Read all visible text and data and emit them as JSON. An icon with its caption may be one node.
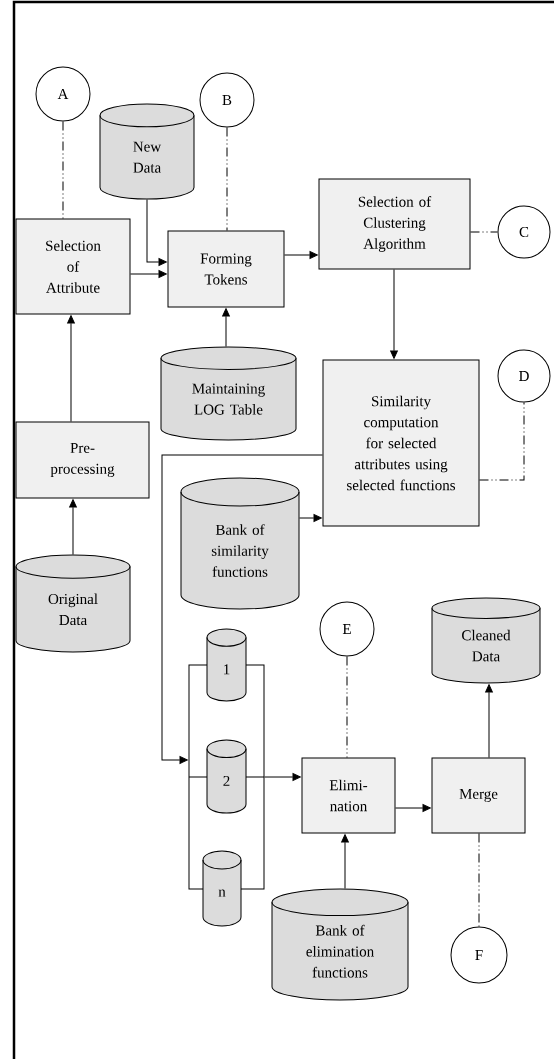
{
  "diagram": {
    "nodes": [
      {
        "text": [
          "A"
        ]
      },
      {
        "text": [
          "B"
        ]
      },
      {
        "text": [
          "New Data"
        ]
      },
      {
        "text": [
          "Selection of Attribute"
        ]
      },
      {
        "text": [
          "Forming Tokens"
        ]
      },
      {
        "text": [
          "Selection of Clustering Algorithm"
        ]
      },
      {
        "text": [
          "C"
        ]
      },
      {
        "text": [
          "Maintaining LOG Table"
        ]
      },
      {
        "text": [
          "D"
        ]
      },
      {
        "text": [
          "Similarity computation for selected attributes using selected functions"
        ]
      },
      {
        "text": [
          "Pre-processing"
        ]
      },
      {
        "text": [
          "Bank of similarity functions"
        ]
      },
      {
        "text": [
          "Original Data"
        ]
      },
      {
        "text": [
          "E"
        ]
      },
      {
        "text": [
          "Cleaned Data"
        ]
      },
      {
        "text": [],
        "shape": "box"
      },
      {
        "text": [
          "1"
        ]
      },
      {
        "text": [
          "2"
        ],
        "in": 15
      },
      {
        "text": [
          "Elimi-nation"
        ]
      },
      {
        "text": [
          "Merge"
        ]
      },
      {
        "text": [
          "n"
        ]
      },
      {
        "text": [
          "Bank of elimination functions"
        ]
      },
      {
        "text": [
          "F"
        ]
      }
    ],
    "edges": [
      {
        "from": 2,
        "to": 4,
        "arrow": "to"
      },
      {
        "from": 3,
        "to": 4,
        "arrow": "to"
      },
      {
        "from": 4,
        "to": 5,
        "arrow": "to"
      },
      {
        "from": 10,
        "to": 3,
        "arrow": "to"
      },
      {
        "from": 12,
        "to": 10,
        "arrow": "to"
      },
      {
        "from": 7,
        "to": 4,
        "arrow": "to"
      },
      {
        "from": 5,
        "to": 9,
        "arrow": "to"
      },
      {
        "from": 11,
        "to": 9,
        "arrow": "to"
      },
      {
        "from": 9,
        "to": 15,
        "arrow": "to"
      },
      {
        "from": 15,
        "to": 18,
        "arrow": "to"
      },
      {
        "from": 18,
        "to": 19,
        "arrow": "to"
      },
      {
        "from": 19,
        "to": 14,
        "arrow": "to"
      },
      {
        "from": 21,
        "to": 18,
        "arrow": "to"
      },
      {
        "from": 0,
        "to": 3,
        "arrow": "none",
        "style": "dashed"
      },
      {
        "from": 1,
        "to": 4,
        "arrow": "none",
        "style": "dashed"
      },
      {
        "from": 5,
        "to": 6,
        "arrow": "none",
        "style": "dashed"
      },
      {
        "from": 9,
        "to": 8,
        "arrow": "none",
        "style": "dashed"
      },
      {
        "from": 13,
        "to": 18,
        "arrow": "none",
        "style": "dashed"
      },
      {
        "from": 19,
        "to": 22,
        "arrow": "none",
        "style": "dashed"
      }
    ]
  }
}
